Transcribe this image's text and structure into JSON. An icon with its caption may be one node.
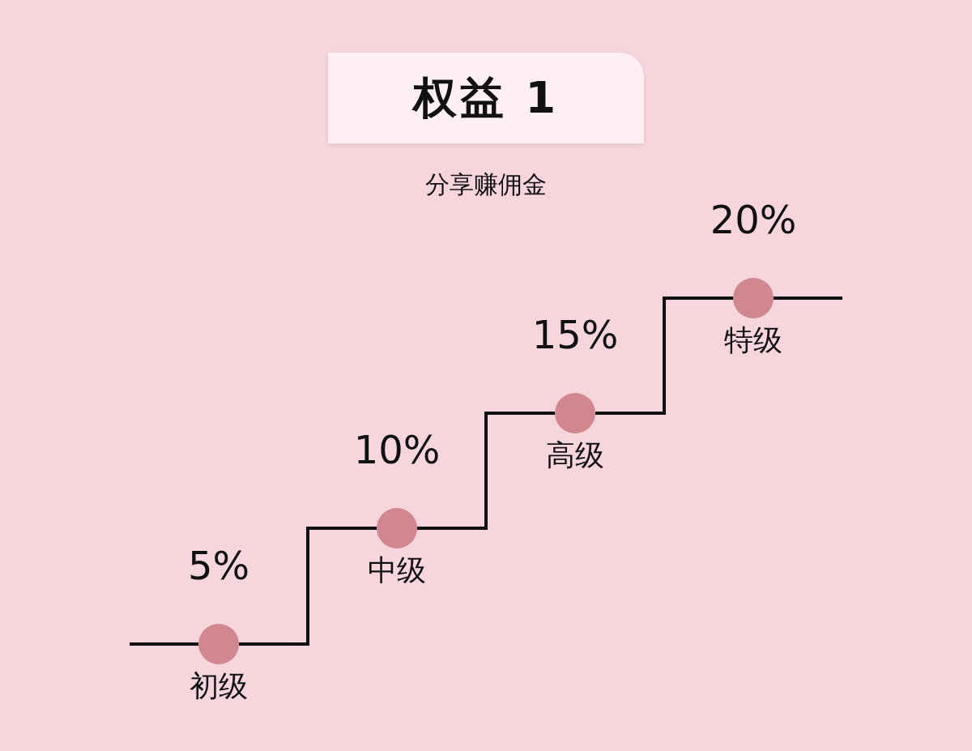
{
  "diagram": {
    "nodes": [
      {
        "text": [
          "权益 1"
        ]
      },
      {
        "text": [],
        "shape": "circle",
        "beside": [
          "5%",
          "初级"
        ]
      },
      {
        "text": [],
        "shape": "circle",
        "beside": [
          "10%",
          "中级"
        ]
      },
      {
        "text": [],
        "shape": "circle",
        "beside": [
          "15%",
          "高级"
        ]
      },
      {
        "text": [],
        "shape": "circle",
        "beside": [
          "20%",
          "特级"
        ]
      }
    ],
    "edges": [
      {
        "from": null,
        "to": 1,
        "arrow": "none"
      },
      {
        "from": 1,
        "to": 2,
        "arrow": "none"
      },
      {
        "from": 2,
        "to": 3,
        "arrow": "none"
      },
      {
        "from": 3,
        "to": 4,
        "arrow": "none"
      },
      {
        "from": 4,
        "to": null,
        "arrow": "none"
      }
    ],
    "labels": [
      "分享赚佣金"
    ]
  }
}
